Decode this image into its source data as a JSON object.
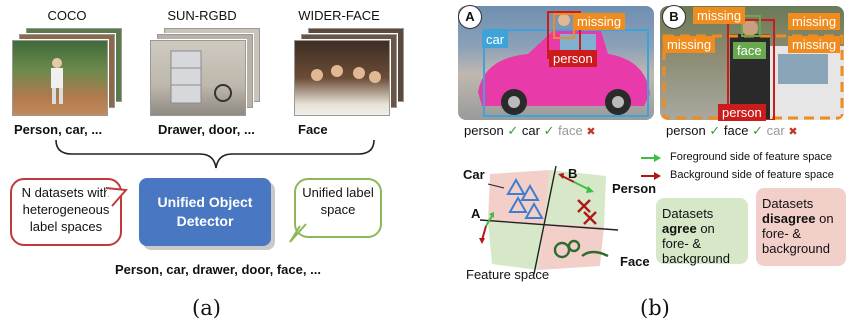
{
  "left": {
    "datasets": [
      {
        "title": "COCO",
        "labels": "Person, car, ..."
      },
      {
        "title": "SUN-RGBD",
        "labels": "Drawer, door, ..."
      },
      {
        "title": "WIDER-FACE",
        "labels": "Face"
      }
    ],
    "bubble_left": "N datasets with heterogeneous label spaces",
    "detector": "Unified Object Detector",
    "bubble_right": "Unified label space",
    "unified_labels": "Person, car, drawer, door, face, ...",
    "caption": "(a)",
    "colors": {
      "detector": "#4a77c2",
      "bubble_left": "#c0393b",
      "bubble_right": "#8db85a"
    }
  },
  "right": {
    "panel_a": {
      "letter": "A",
      "tags": {
        "car": "car",
        "missing": "missing",
        "person": "person"
      },
      "status": {
        "person": "person",
        "car": "car",
        "face": "face"
      }
    },
    "panel_b": {
      "letter": "B",
      "tags": {
        "missing1": "missing",
        "missing2": "missing",
        "missing3": "missing",
        "missing4": "missing",
        "face": "face",
        "person": "person"
      },
      "status": {
        "person": "person",
        "face": "face",
        "car": "car"
      }
    },
    "status_icons": {
      "check": "✓",
      "cross": "✖"
    },
    "legend": {
      "foreground": "Foreground side of feature space",
      "background": "Background side of feature space"
    },
    "feature_labels": {
      "car": "Car",
      "person": "Person",
      "face": "Face",
      "a": "A",
      "b": "B",
      "space": "Feature space"
    },
    "agree": {
      "pre": "Datasets ",
      "bold": "agree",
      "post": " on fore- & background"
    },
    "disagree": {
      "pre": "Datasets ",
      "bold": "disagree",
      "post": " on fore- & background"
    },
    "caption": "(b)",
    "colors": {
      "tag_orange": "#f08c1e",
      "tag_blue": "#3ea3d8",
      "tag_red": "#cc1b1b",
      "tag_green": "#6aa84f",
      "arrow_green": "#3fbf3f",
      "arrow_red": "#b01818",
      "agree_bg": "#d6e8c8",
      "disagree_bg": "#f3cfca"
    }
  }
}
